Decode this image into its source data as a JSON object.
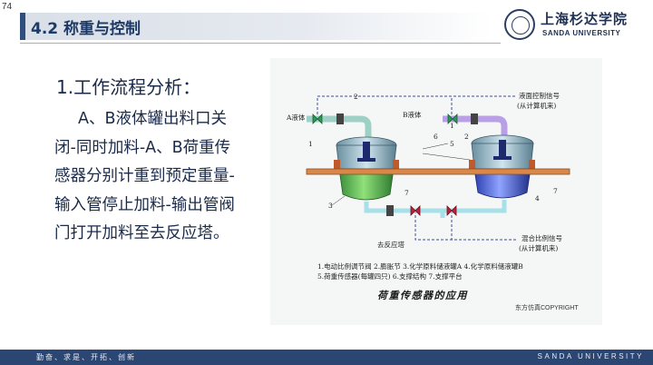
{
  "slide": {
    "number": "74"
  },
  "header": {
    "title": "4.2 称重与控制"
  },
  "logo": {
    "cn": "上海杉达学院",
    "en": "SANDA UNIVERSITY"
  },
  "content": {
    "heading": "1.工作流程分析：",
    "body": "A、B液体罐出料口关闭-同时加料-A、B荷重传感器分别计重到预定重量-输入管停止加料-输出管阀门打开加料至去反应塔。"
  },
  "figure": {
    "labels": {
      "liquid_a": "A液体",
      "liquid_b": "B液体",
      "level_signal": "液面控制信号",
      "level_signal_sub": "(从计算机来)",
      "mix_signal": "混合比例信号",
      "mix_signal_sub": "(从计算机来)",
      "to_tower": "去反应塔",
      "num_1": "1",
      "num_2": "2",
      "num_3": "3",
      "num_4": "4",
      "num_5": "5",
      "num_6": "6",
      "num_7": "7",
      "num_1b": "1",
      "num_2b": "2",
      "num_7b": "7"
    },
    "legend_line1": "1.电动比例调节阀  2.膨胀节  3.化学原料储液罐A  4.化学原料储液罐B",
    "legend_line2": "5.荷重传感器(每罐四只)  6.支撑结构  7.支撑平台",
    "caption": "荷重传感器的应用",
    "copyright": "东方仿真COPYRIGHT"
  },
  "footer": {
    "left": "勤奋、求是、开拓、创新",
    "right": "SANDA UNIVERSITY"
  }
}
